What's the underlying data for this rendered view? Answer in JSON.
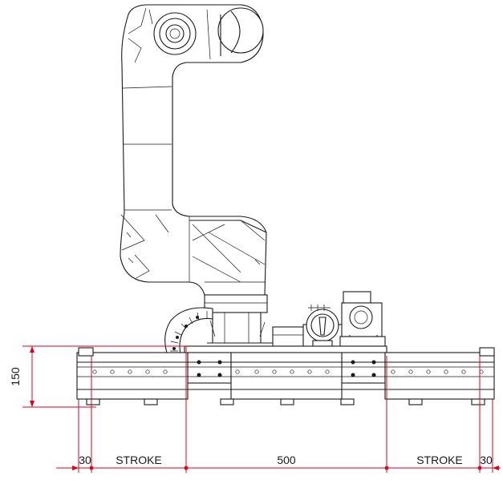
{
  "dimensions": {
    "height": "150",
    "left_end": "30",
    "left_stroke": "STROKE",
    "center": "500",
    "right_stroke": "STROKE",
    "right_end": "30"
  },
  "colors": {
    "drawing_line": "#1a1a1a",
    "dimension_line": "#e0001b",
    "background": "#ffffff"
  }
}
